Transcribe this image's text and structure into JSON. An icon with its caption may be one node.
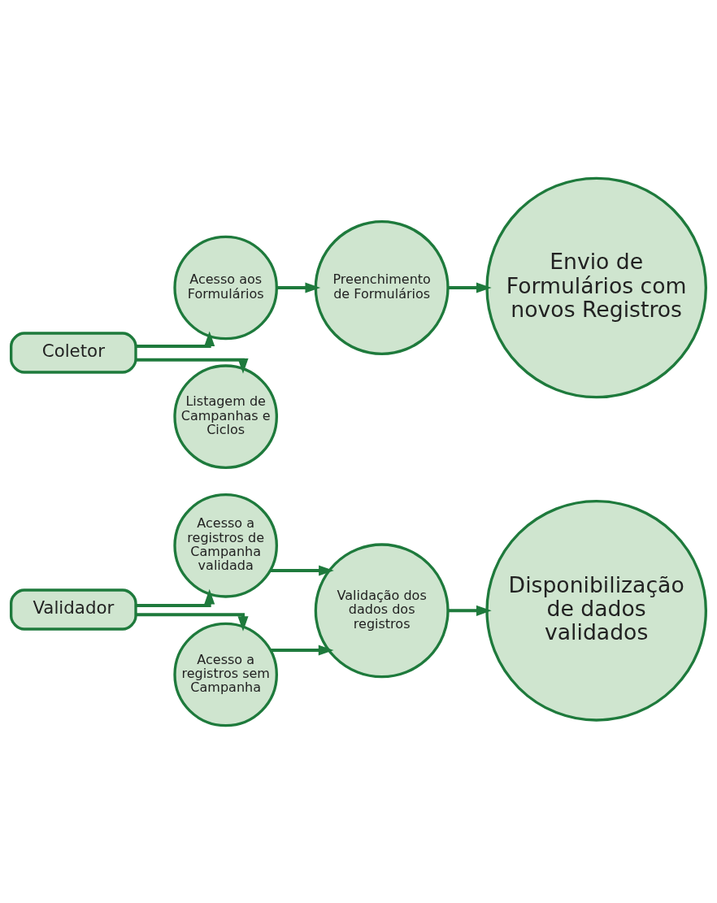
{
  "diagram": {
    "nodes": [
      {
        "text": [
          "Validador"
        ]
      },
      {
        "text": [
          "Acesso a registros de Campanha validada"
        ]
      },
      {
        "text": [
          "Acesso a registros sem Campanha"
        ]
      },
      {
        "text": [
          "Validação dos dados dos registros"
        ]
      },
      {
        "text": [
          "Disponibilização de dados validados"
        ]
      },
      {
        "text": [
          "Coletor"
        ]
      },
      {
        "text": [
          "Acesso aos Formulários"
        ]
      },
      {
        "text": [
          "Listagem de Campanhas e Ciclos"
        ]
      },
      {
        "text": [
          "Preenchimento de Formulários"
        ]
      },
      {
        "text": [
          "Envio de Formulários com novos Registros"
        ]
      }
    ],
    "edges": [
      {
        "from": 0,
        "to": 1,
        "arrow": "to"
      },
      {
        "from": 0,
        "to": 2,
        "arrow": "to"
      },
      {
        "from": 1,
        "to": 3,
        "arrow": "to"
      },
      {
        "from": 2,
        "to": 3,
        "arrow": "to"
      },
      {
        "from": 3,
        "to": 4,
        "arrow": "to"
      },
      {
        "from": 5,
        "to": 6,
        "arrow": "to"
      },
      {
        "from": 5,
        "to": 7,
        "arrow": "to"
      },
      {
        "from": 6,
        "to": 8,
        "arrow": "to"
      },
      {
        "from": 8,
        "to": 9,
        "arrow": "to"
      }
    ]
  }
}
